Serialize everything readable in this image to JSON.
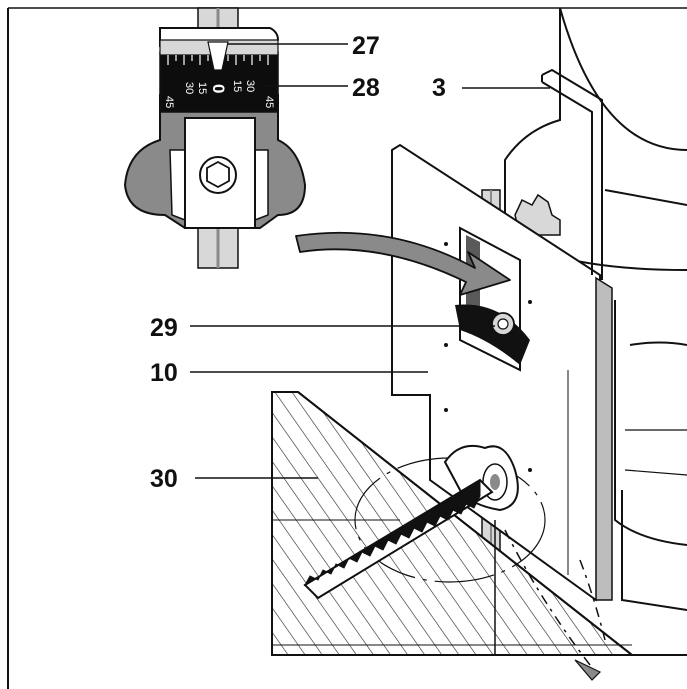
{
  "callouts": {
    "c27": "27",
    "c28": "28",
    "c3": "3",
    "c29": "29",
    "c10": "10",
    "c30": "30"
  },
  "angle_scale": {
    "left_45": "45",
    "left_15": "15",
    "left_30": "30",
    "zero": "0",
    "right_15": "15",
    "right_30": "30",
    "right_45": "45"
  },
  "colors": {
    "ink": "#111111",
    "grey": "#8a8a8a",
    "dark_grey": "#5a5a5a",
    "light_grey": "#d8d8d8",
    "scale_bg": "#0d0d0d"
  }
}
